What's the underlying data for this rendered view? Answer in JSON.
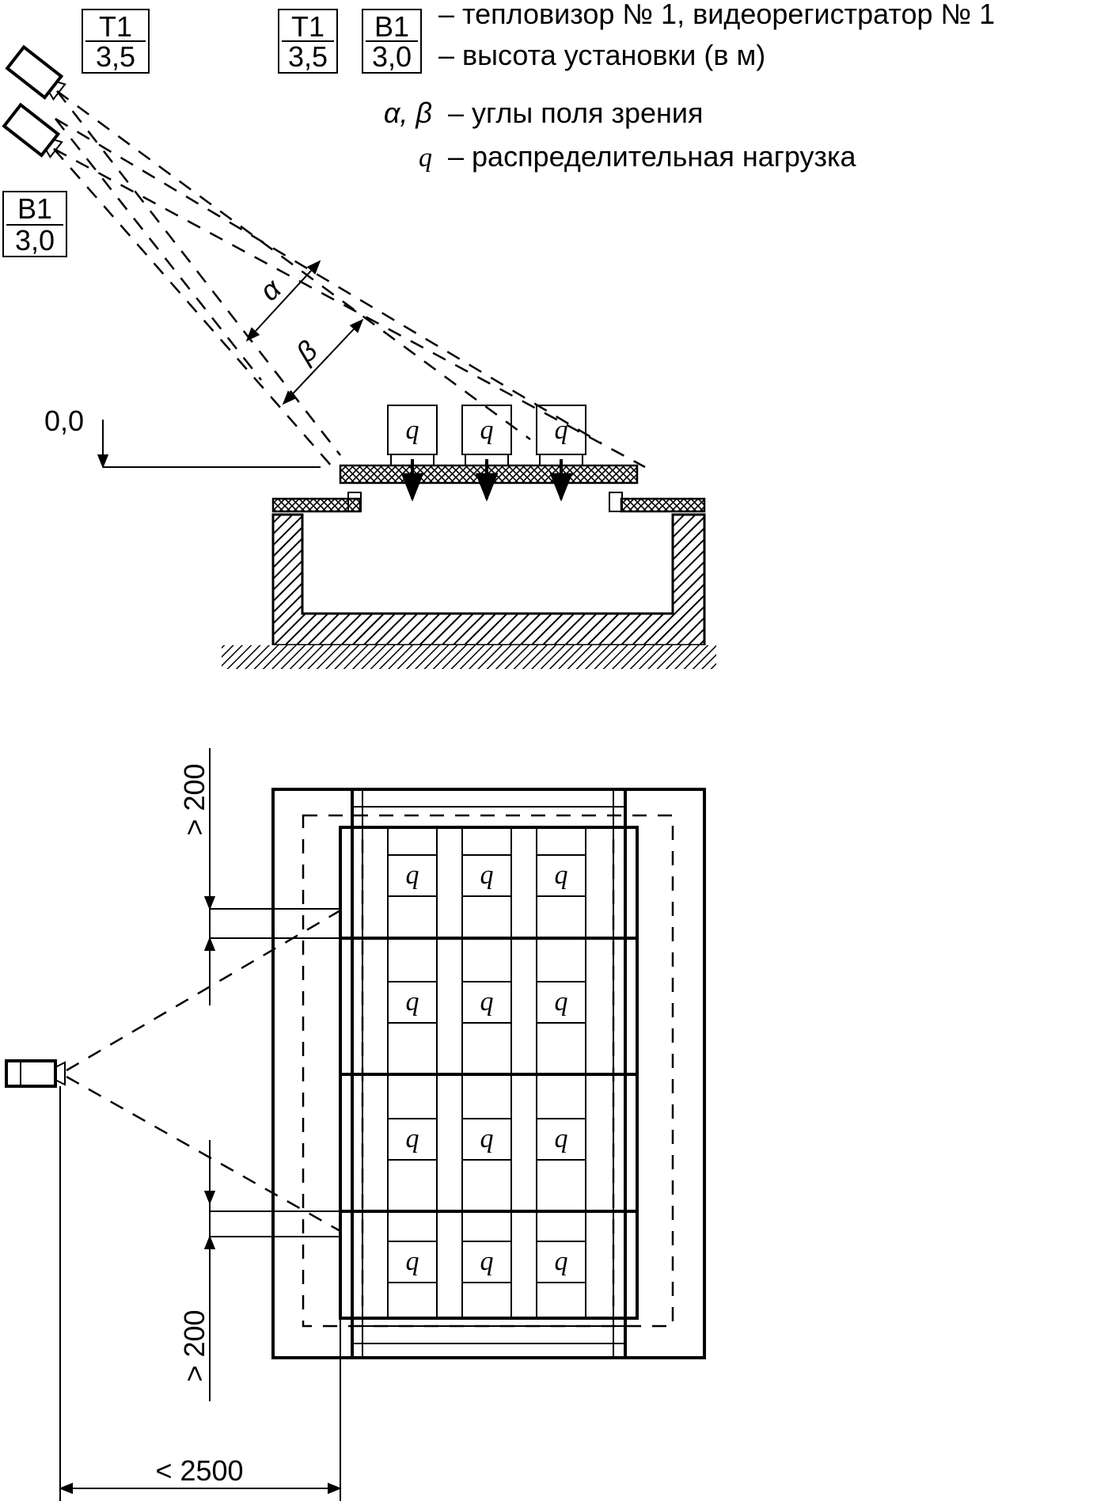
{
  "legend": {
    "t1_code": "Т1",
    "t1_height": "3,5",
    "b1_code": "В1",
    "b1_height": "3,0",
    "line1_text": "– тепловизор № 1, видеорегистратор № 1",
    "line2_text": "– высота установки (в м)",
    "angles_symbol": "α, β",
    "angles_text": "– углы поля зрения",
    "q_symbol": "q",
    "q_text": "– распределительная нагрузка"
  },
  "side_view": {
    "origin_label": "0,0",
    "alpha_label": "α",
    "beta_label": "β",
    "load_label": "q",
    "camera_t1_code": "Т1",
    "camera_t1_height": "3,5",
    "camera_b1_code": "В1",
    "camera_b1_height": "3,0"
  },
  "plan_view": {
    "load_label": "q",
    "dim_top": "> 200",
    "dim_bottom": "> 200",
    "dim_distance": "< 2500"
  }
}
